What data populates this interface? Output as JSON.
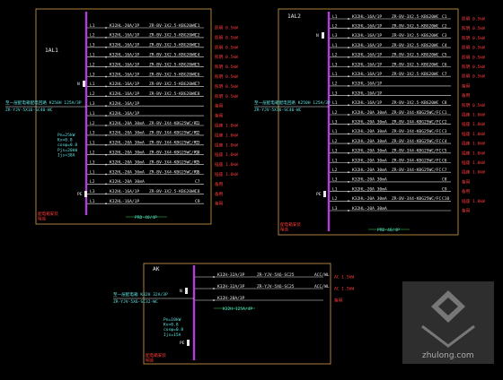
{
  "colors": {
    "frame": "#d4a24a",
    "busbar": "#b040d8",
    "line": "#e8e8e8",
    "text_cyan": "#5fe0e0",
    "text_red": "#ff3b3b",
    "text_green": "#39d353",
    "text_yellow": "#e0d040",
    "background": "#000000"
  },
  "panels": [
    {
      "id": "panel-1al1",
      "name": "1AL1",
      "pe_label": "PE",
      "n_label": "N",
      "incoming_label": "至一层配电箱配电回路 K250H 125A/3P",
      "incoming_cable": "ZR-YJV-5X16-SC40-WC",
      "meter_labels": [
        "Pn=25kW",
        "Kx=0.8",
        "cosφ=0.8",
        "Pjs=20kW",
        "Ijs=38A"
      ],
      "box_note": [
        "配电箱安装",
        "暗装"
      ],
      "rows": [
        {
          "phase": "L1",
          "breaker": "K32HL-20A/1P",
          "cable": "ZR-BV-3X2.5-KBG20WC",
          "circuit": "C1",
          "load": "照明 0.5kW"
        },
        {
          "phase": "L2",
          "breaker": "K32HL-16A/1P",
          "cable": "ZR-BV-3X2.5-KBG20WC",
          "circuit": "C2",
          "load": "照明 0.5kW"
        },
        {
          "phase": "L3",
          "breaker": "K32HL-16A/1P",
          "cable": "ZR-BV-3X2.5-KBG20WC",
          "circuit": "C3",
          "load": "照明 0.5kW"
        },
        {
          "phase": "L1",
          "breaker": "K32HL-16A/1P",
          "cable": "ZR-BV-3X2.5-KBG20WC",
          "circuit": "C4",
          "load": "照明 0.5kW"
        },
        {
          "phase": "L2",
          "breaker": "K32HL-16A/1P",
          "cable": "ZR-BV-3X2.5-KBG20WC",
          "circuit": "C5",
          "load": "照明 0.5kW"
        },
        {
          "phase": "L3",
          "breaker": "K32HL-16A/1P",
          "cable": "ZR-BV-3X2.5-KBG20WC",
          "circuit": "C6",
          "load": "照明 0.5kW"
        },
        {
          "phase": "L1",
          "breaker": "K32HL-16A/1P",
          "cable": "ZR-BV-3X2.5-KBG20WC",
          "circuit": "C7",
          "load": "照明 0.5kW"
        },
        {
          "phase": "L2",
          "breaker": "K32HL-16A/1P",
          "cable": "ZR-BV-3X2.5-KBG20WC",
          "circuit": "C8",
          "load": "照明 0.5kW"
        },
        {
          "phase": "L3",
          "breaker": "K32HL-16A/1P",
          "cable": "",
          "circuit": "",
          "load": "备用"
        },
        {
          "phase": "L1",
          "breaker": "K32HL-16A/1P",
          "cable": "",
          "circuit": "",
          "load": "备用"
        },
        {
          "phase": "L2",
          "breaker": "K32HL-20A 30mA",
          "cable": "ZR-BV-3X4-KBG25WC/FC",
          "circuit": "C1",
          "load": "插座 1.0kW"
        },
        {
          "phase": "L3",
          "breaker": "K32HL-20A 30mA",
          "cable": "ZR-BV-3X4-KBG25WC/FC",
          "circuit": "C2",
          "load": "插座 1.0kW"
        },
        {
          "phase": "L1",
          "breaker": "K32HL-20A 30mA",
          "cable": "ZR-BV-3X4-KBG25WC/FC",
          "circuit": "C3",
          "load": "插座 1.0kW"
        },
        {
          "phase": "L2",
          "breaker": "K32HL-20A 30mA",
          "cable": "ZR-BV-3X4-KBG25WC/FC",
          "circuit": "C4",
          "load": "插座 1.0kW"
        },
        {
          "phase": "L3",
          "breaker": "K32HL-20A 30mA",
          "cable": "ZR-BV-3X4-KBG25WC/FC",
          "circuit": "C5",
          "load": "插座 1.0kW"
        },
        {
          "phase": "L1",
          "breaker": "K32HL-20A 30mA",
          "cable": "ZR-BV-3X4-KBG25WC/FC",
          "circuit": "C6",
          "load": "插座 1.0kW"
        },
        {
          "phase": "L2",
          "breaker": "K32HL-20A 30mA",
          "cable": "",
          "circuit": "C7",
          "load": "备用"
        },
        {
          "phase": "L3",
          "breaker": "K32HL-16A/1P",
          "cable": "ZR-BV-3X2.5-KBG20WC",
          "circuit": "C8",
          "load": "备用"
        },
        {
          "phase": "L1",
          "breaker": "K32HL-16A/1P",
          "cable": "",
          "circuit": "C9",
          "load": "备用"
        }
      ],
      "spd_label": "PRD-40/4P"
    },
    {
      "id": "panel-1al2",
      "name": "1AL2",
      "pe_label": "PE",
      "n_label": "N",
      "incoming_label": "至一层配电箱配电回路 K250H 125A/3P",
      "incoming_cable": "ZR-YJV-5X16-SC40-WC",
      "meter_labels": [],
      "box_note": [
        "配电箱安装",
        "暗装"
      ],
      "rows": [
        {
          "phase": "L1",
          "breaker": "K32HL-16A/1P",
          "cable": "ZR-BV-3X2.5-KBG20WC",
          "circuit": "C1",
          "load": "照明 0.5kW"
        },
        {
          "phase": "L2",
          "breaker": "K32HL-16A/1P",
          "cable": "ZR-BV-3X2.5-KBG20WC",
          "circuit": "C2",
          "load": "照明 0.5kW"
        },
        {
          "phase": "L3",
          "breaker": "K32HL-16A/1P",
          "cable": "ZR-BV-3X2.5-KBG20WC",
          "circuit": "C3",
          "load": "照明 0.5kW"
        },
        {
          "phase": "L1",
          "breaker": "K32HL-16A/1P",
          "cable": "ZR-BV-3X2.5-KBG20WC",
          "circuit": "C4",
          "load": "照明 0.5kW"
        },
        {
          "phase": "L2",
          "breaker": "K32HL-16A/1P",
          "cable": "ZR-BV-3X2.5-KBG20WC",
          "circuit": "C5",
          "load": "照明 0.5kW"
        },
        {
          "phase": "L3",
          "breaker": "K32HL-16A/1P",
          "cable": "ZR-BV-3X2.5-KBG20WC",
          "circuit": "C6",
          "load": "照明 0.5kW"
        },
        {
          "phase": "L1",
          "breaker": "K32HL-16A/1P",
          "cable": "ZR-BV-3X2.5-KBG20WC",
          "circuit": "C7",
          "load": "照明 0.5kW"
        },
        {
          "phase": "L2",
          "breaker": "K32HL-16A/1P",
          "cable": "",
          "circuit": "",
          "load": "备用"
        },
        {
          "phase": "L3",
          "breaker": "K32HL-16A/1P",
          "cable": "",
          "circuit": "",
          "load": "备用"
        },
        {
          "phase": "L1",
          "breaker": "K32HL-16A/1P",
          "cable": "ZR-BV-3X2.5-KBG20WC",
          "circuit": "C8",
          "load": "照明 0.5kW"
        },
        {
          "phase": "L2",
          "breaker": "K32HL-20A 30mA",
          "cable": "ZR-BV-3X4-KBG25WC/FC",
          "circuit": "C1",
          "load": "插座 1.0kW"
        },
        {
          "phase": "L3",
          "breaker": "K32HL-20A 30mA",
          "cable": "ZR-BV-3X4-KBG25WC/FC",
          "circuit": "C2",
          "load": "插座 1.0kW"
        },
        {
          "phase": "L1",
          "breaker": "K32HL-20A 30mA",
          "cable": "ZR-BV-3X4-KBG25WC/FC",
          "circuit": "C3",
          "load": "插座 1.0kW"
        },
        {
          "phase": "L2",
          "breaker": "K32HL-20A 30mA",
          "cable": "ZR-BV-3X4-KBG25WC/FC",
          "circuit": "C4",
          "load": "插座 1.0kW"
        },
        {
          "phase": "L3",
          "breaker": "K32HL-20A 30mA",
          "cable": "ZR-BV-3X4-KBG25WC/FC",
          "circuit": "C5",
          "load": "插座 1.0kW"
        },
        {
          "phase": "L1",
          "breaker": "K32HL-20A 30mA",
          "cable": "ZR-BV-3X4-KBG25WC/FC",
          "circuit": "C6",
          "load": "插座 1.0kW"
        },
        {
          "phase": "L2",
          "breaker": "K32HL-20A 30mA",
          "cable": "ZR-BV-3X4-KBG25WC/FC",
          "circuit": "C7",
          "load": "插座 1.0kW"
        },
        {
          "phase": "L3",
          "breaker": "K32HL-20A 30mA",
          "cable": "",
          "circuit": "C8",
          "load": "备用"
        },
        {
          "phase": "L1",
          "breaker": "K32HL-20A 30mA",
          "cable": "",
          "circuit": "C9",
          "load": "备用"
        },
        {
          "phase": "L2",
          "breaker": "K32HL-20A 30mA",
          "cable": "ZR-BV-3X4-KBG25WC/FC",
          "circuit": "C10",
          "load": "插座 1.0kW"
        },
        {
          "phase": "L3",
          "breaker": "K32HL-20A 30mA",
          "cable": "",
          "circuit": "",
          "load": "备用"
        }
      ],
      "spd_label": "PRD-40/4P"
    },
    {
      "id": "panel-ak",
      "name": "AK",
      "pe_label": "PE",
      "n_label": "N",
      "incoming_label": "至一层配电箱 K32H 32A/3P",
      "incoming_cable": "ZR-YJV-5X6-SC32-WC",
      "meter_labels": [
        "Pn=10kW",
        "Kx=0.8",
        "cosφ=0.8",
        "Ijs=15A"
      ],
      "box_note": [
        "配电箱安装",
        "明装"
      ],
      "rows": [
        {
          "phase": "",
          "breaker": "K32H-32A/3P",
          "cable": "ZR-YJV-5X6-SC25",
          "circuit": "ACC/WL",
          "load": "AC 1.5kW"
        },
        {
          "phase": "",
          "breaker": "K32H-32A/3P",
          "cable": "ZR-YJV-5X6-SC25",
          "circuit": "ACC/WL",
          "load": "AC 1.5kW"
        },
        {
          "phase": "",
          "breaker": "K32H-20A/3P",
          "cable": "",
          "circuit": "",
          "load": "备用"
        }
      ],
      "spd_label": "K32H-125A/4P"
    }
  ],
  "watermark": {
    "site": "zhulong.com"
  }
}
